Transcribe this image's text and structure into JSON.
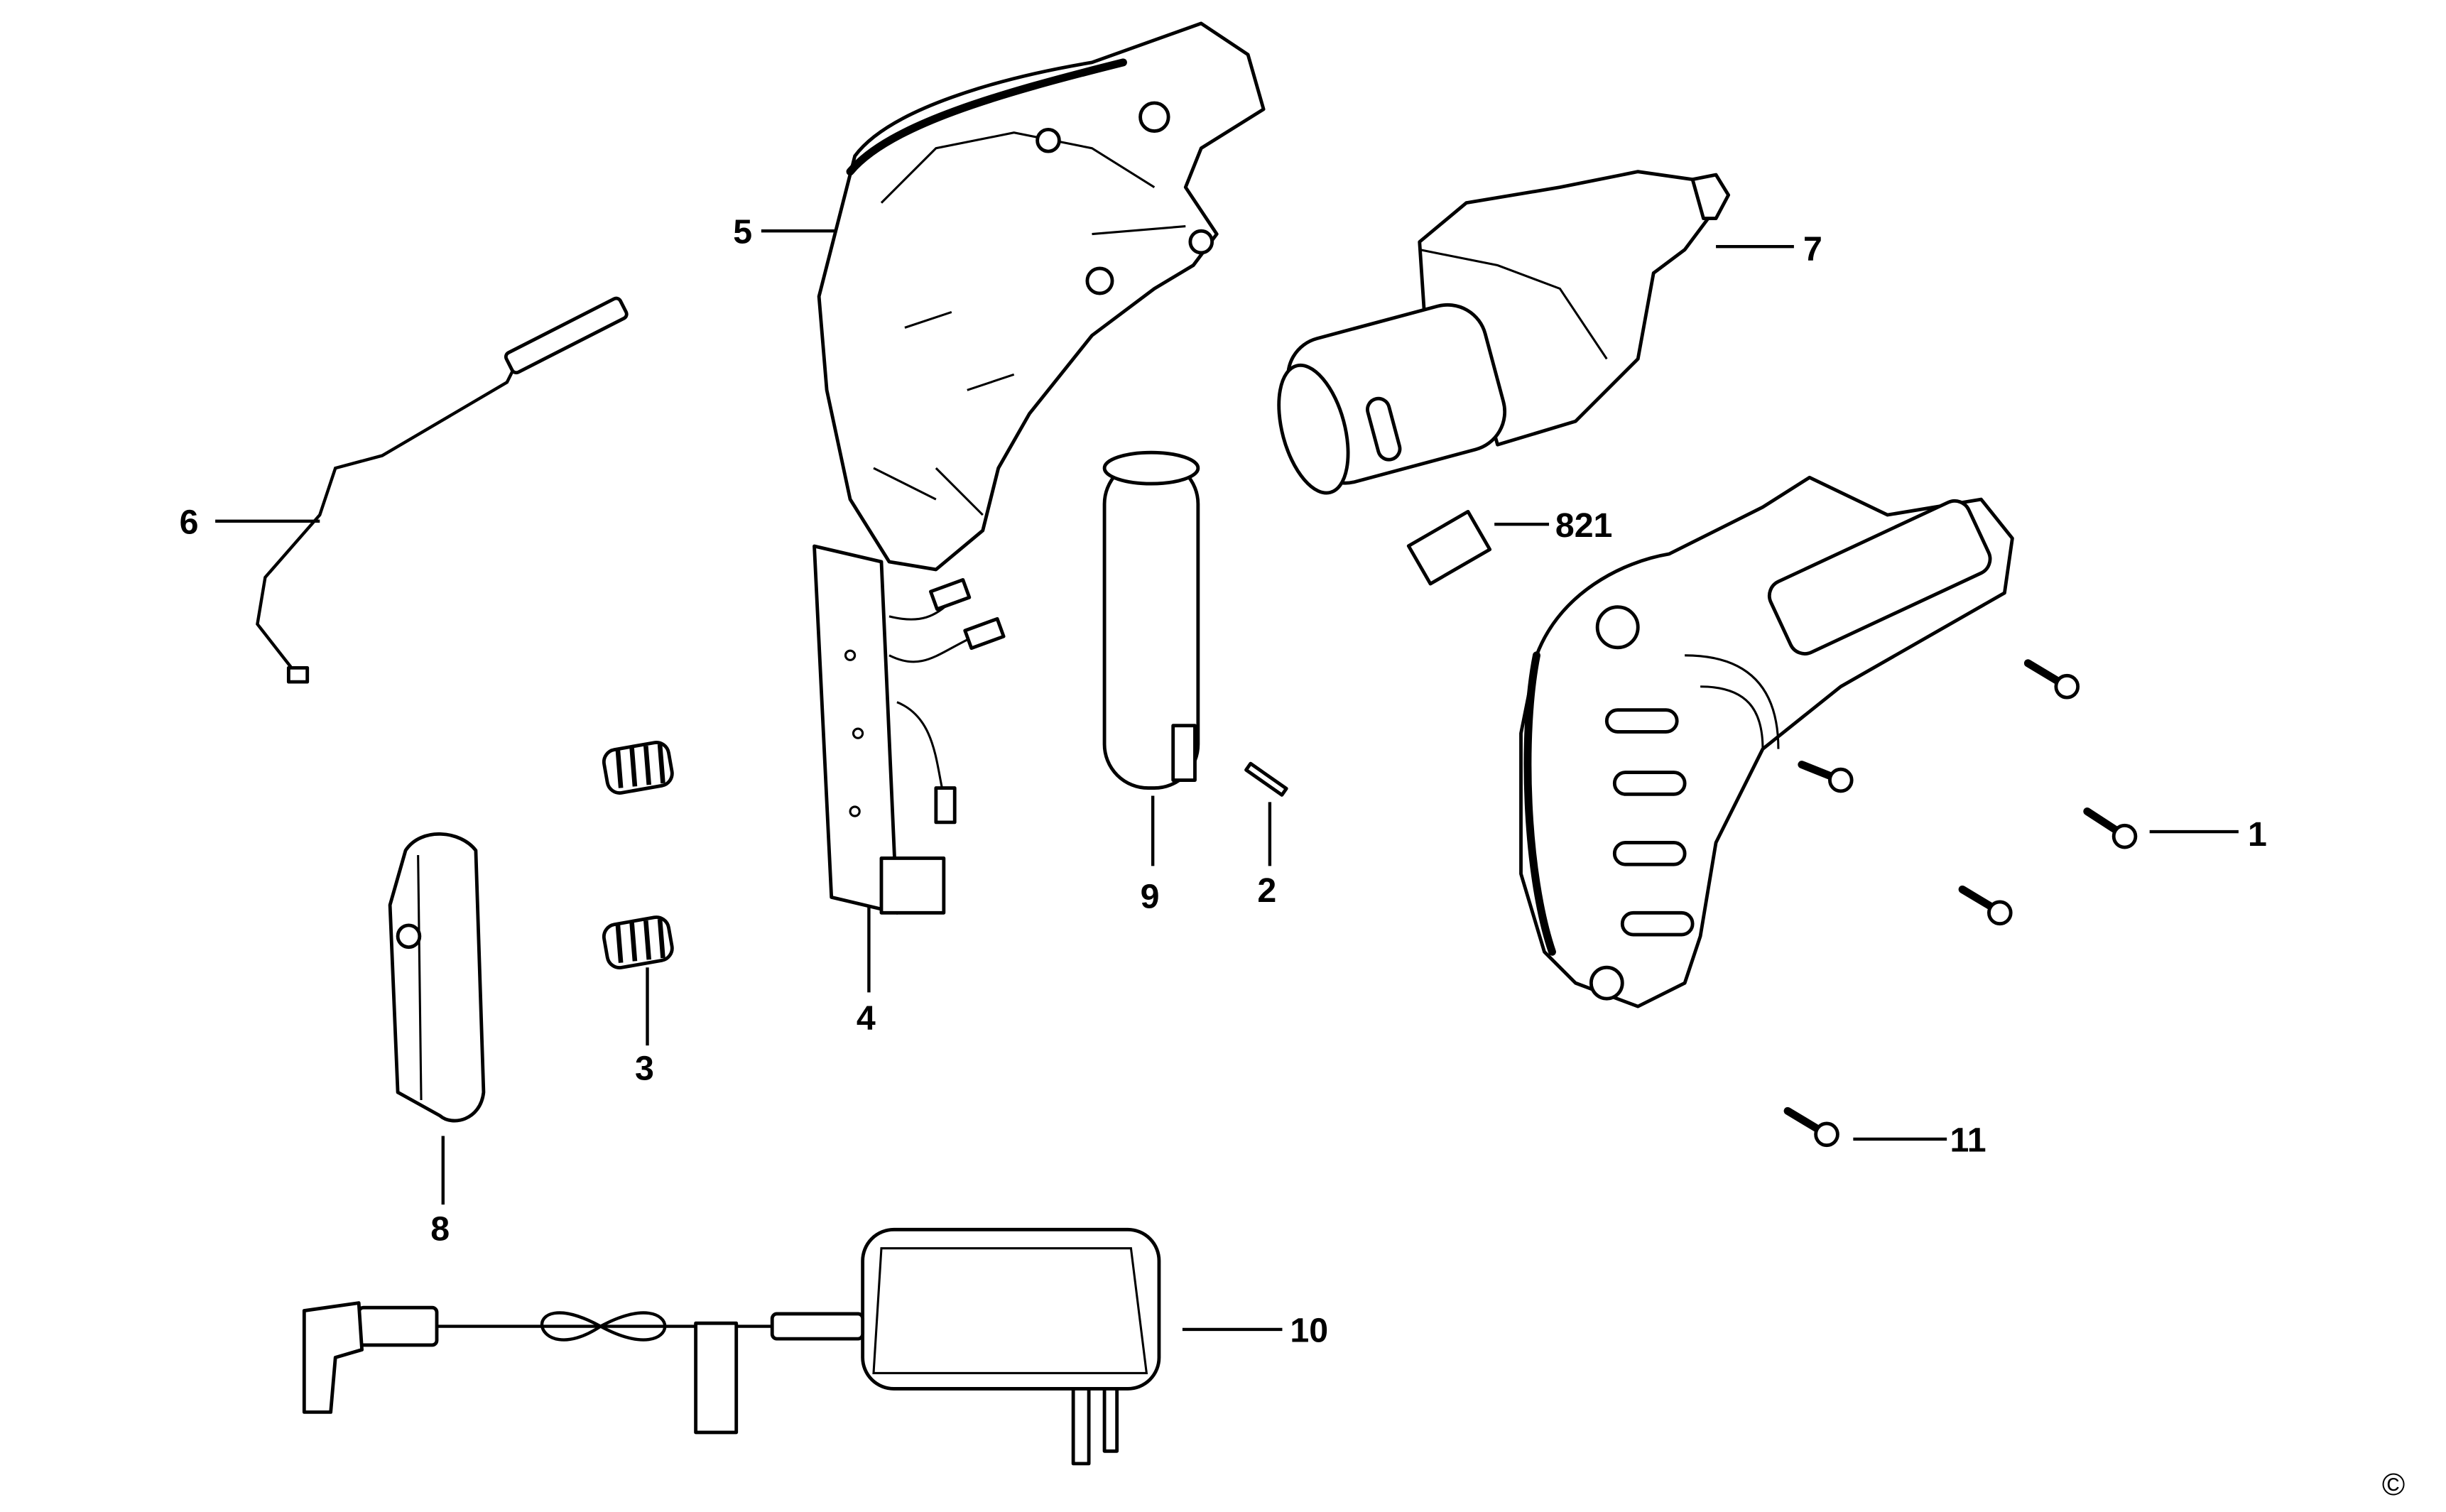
{
  "diagram": {
    "type": "exploded-parts-view",
    "labels": {
      "p5": "5",
      "p7": "7",
      "p6": "6",
      "p821": "821",
      "p1": "1",
      "p9": "9",
      "p2": "2",
      "p4": "4",
      "p3": "3",
      "p8": "8",
      "p11": "11",
      "p10": "10"
    },
    "copyright": "©"
  }
}
